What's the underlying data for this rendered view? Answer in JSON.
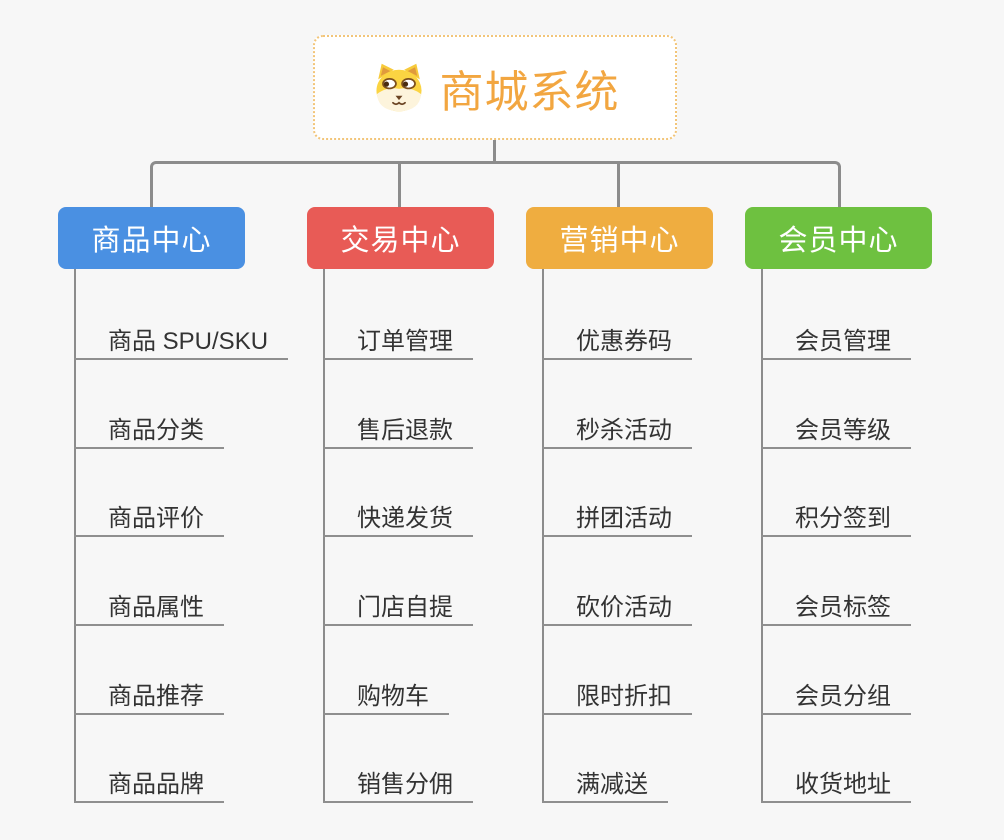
{
  "colors": {
    "page_bg": "#f7f7f7",
    "connector": "#8c8c8c",
    "underline": "#8f8f8f",
    "leaf_text": "#333333",
    "root_title": "#f2a640",
    "root_border": "#f2c579",
    "root_bg": "#ffffff"
  },
  "icons": {
    "root": "dog-face-icon"
  },
  "root": {
    "title": "商城系统"
  },
  "branches": [
    {
      "label": "商品中心",
      "color": "#4a90e2",
      "items": [
        "商品 SPU/SKU",
        "商品分类",
        "商品评价",
        "商品属性",
        "商品推荐",
        "商品品牌"
      ]
    },
    {
      "label": "交易中心",
      "color": "#e85b56",
      "items": [
        "订单管理",
        "售后退款",
        "快递发货",
        "门店自提",
        "购物车",
        "销售分佣"
      ]
    },
    {
      "label": "营销中心",
      "color": "#efad40",
      "items": [
        "优惠券码",
        "秒杀活动",
        "拼团活动",
        "砍价活动",
        "限时折扣",
        "满减送"
      ]
    },
    {
      "label": "会员中心",
      "color": "#6ec140",
      "items": [
        "会员管理",
        "会员等级",
        "积分签到",
        "会员标签",
        "会员分组",
        "收货地址"
      ]
    }
  ]
}
